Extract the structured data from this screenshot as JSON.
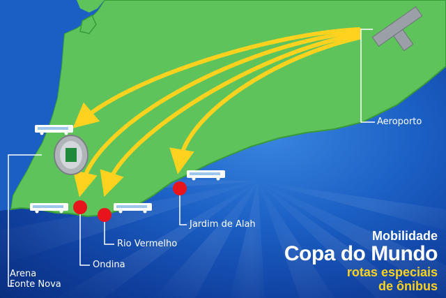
{
  "labels": {
    "aeroporto": "Aeroporto",
    "jardim_de_alah": "Jardim de Alah",
    "rio_vermelho": "Rio Vermelho",
    "ondina": "Ondina",
    "arena_line1": "Arena",
    "arena_line2": "Fonte Nova"
  },
  "title": {
    "subtitle": "Mobilidade",
    "main": "Copa do Mundo",
    "tagline_line1": "rotas especiais",
    "tagline_line2": "de ônibus"
  },
  "icons": {
    "airport": "airplane-icon",
    "stadium": "stadium-icon",
    "bus": "bus-icon",
    "stop": "location-marker-icon"
  },
  "colors": {
    "ocean": "#1b5fc4",
    "land": "#5dc35a",
    "land_outline": "#3a9a3a",
    "route_arrow": "#ffd21f",
    "stop_marker": "#e8141c",
    "label_text": "#ffffff",
    "tagline_text": "#ffd21f"
  }
}
